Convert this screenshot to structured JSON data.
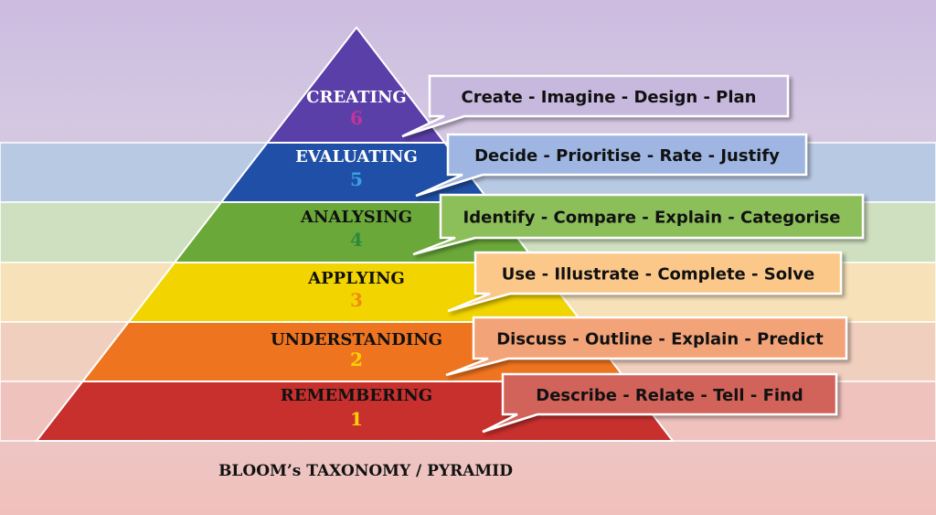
{
  "title": "BLOOM’s TAXONOMY / PYRAMID",
  "levels": [
    {
      "label": "CREATING",
      "number": "6",
      "verbs": "Create - Imagine - Design - Plan",
      "color": "#5a3fa8",
      "band_color": "#c6b6dc",
      "number_color": "#c0359a",
      "label_color": "#ffffff",
      "box_color": "#c7b8de"
    },
    {
      "label": "EVALUATING",
      "number": "5",
      "verbs": "Decide - Prioritise - Rate - Justify",
      "color": "#1f4fa6",
      "band_color": "#b8c9e4",
      "number_color": "#3aa0e6",
      "label_color": "#ffffff",
      "box_color": "#9fb6e3"
    },
    {
      "label": "ANALYSING",
      "number": "4",
      "verbs": "Identify - Compare - Explain - Categorise",
      "color": "#6aa83a",
      "band_color": "#cfe0c0",
      "number_color": "#2e8a3a",
      "label_color": "#111111",
      "box_color": "#8cbe5a"
    },
    {
      "label": "APPLYING",
      "number": "3",
      "verbs": "Use - Illustrate - Complete - Solve",
      "color": "#f2d400",
      "band_color": "#f6e1b8",
      "number_color": "#f08a10",
      "label_color": "#111111",
      "box_color": "#fbc88a"
    },
    {
      "label": "UNDERSTANDING",
      "number": "2",
      "verbs": "Discuss - Outline - Explain - Predict",
      "color": "#ef7420",
      "band_color": "#f1cfbe",
      "number_color": "#ffd400",
      "label_color": "#111111",
      "box_color": "#f3a378"
    },
    {
      "label": "REMEMBERING",
      "number": "1",
      "verbs": "Describe - Relate - Tell - Find",
      "color": "#c8302e",
      "band_color": "#efc2be",
      "number_color": "#ffd400",
      "label_color": "#111111",
      "box_color": "#d2645a"
    }
  ]
}
